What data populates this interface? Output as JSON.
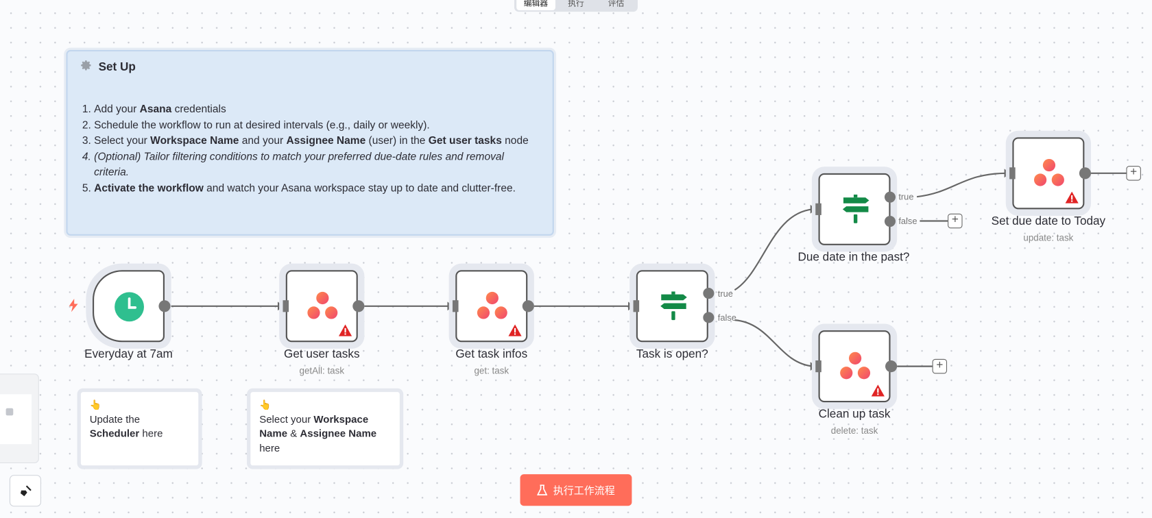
{
  "tabs": [
    "编辑器",
    "执行",
    "评估"
  ],
  "setup_note": {
    "icon": "gear-icon",
    "title": "Set Up",
    "steps": [
      {
        "parts": [
          [
            "Add your ",
            false
          ],
          [
            "Asana",
            true
          ],
          [
            " credentials",
            false
          ]
        ]
      },
      {
        "parts": [
          [
            "Schedule the workflow to run at desired intervals (e.g., daily or weekly).",
            false
          ]
        ]
      },
      {
        "parts": [
          [
            "Select your ",
            false
          ],
          [
            "Workspace Name",
            true
          ],
          [
            " and your ",
            false
          ],
          [
            "Assignee Name",
            true
          ],
          [
            " (user) in the ",
            false
          ],
          [
            "Get user tasks",
            true
          ],
          [
            " node",
            false
          ]
        ]
      },
      {
        "italic": true,
        "parts": [
          [
            "(Optional) Tailor filtering conditions to match your preferred due-date rules and removal criteria.",
            false
          ]
        ]
      },
      {
        "parts": [
          [
            "Activate the workflow",
            true
          ],
          [
            " and watch your Asana workspace stay up to date and clutter-free.",
            false
          ]
        ]
      }
    ]
  },
  "nodes": {
    "trigger": {
      "name": "Everyday at 7am",
      "icon": "clock-icon"
    },
    "get_user_tasks": {
      "name": "Get user tasks",
      "subtitle": "getAll: task",
      "icon": "asana-icon",
      "warning": true
    },
    "get_task_infos": {
      "name": "Get task infos",
      "subtitle": "get: task",
      "icon": "asana-icon",
      "warning": true
    },
    "task_is_open": {
      "name": "Task is open?",
      "icon": "signpost-icon"
    },
    "due_date_past": {
      "name": "Due date in the past?",
      "icon": "signpost-icon"
    },
    "set_due_date": {
      "name": "Set due date to Today",
      "subtitle": "update: task",
      "icon": "asana-icon",
      "warning": true
    },
    "clean_up": {
      "name": "Clean up task",
      "subtitle": "delete: task",
      "icon": "asana-icon",
      "warning": true
    }
  },
  "branch_labels": {
    "true": "true",
    "false": "false"
  },
  "sticky_scheduler": {
    "parts": [
      [
        "Update the ",
        false
      ],
      [
        "Scheduler",
        true
      ],
      [
        " here",
        false
      ]
    ]
  },
  "sticky_workspace": {
    "parts": [
      [
        "Select your ",
        false
      ],
      [
        "Workspace Name",
        true
      ],
      [
        " & ",
        false
      ],
      [
        "Assignee Name",
        true
      ],
      [
        " here",
        false
      ]
    ]
  },
  "execute_button": "执行工作流程",
  "colors": {
    "accent": "#ff6d5a",
    "if_green": "#138a47",
    "trigger_teal": "#2fbf8f",
    "warning": "#e02424"
  }
}
